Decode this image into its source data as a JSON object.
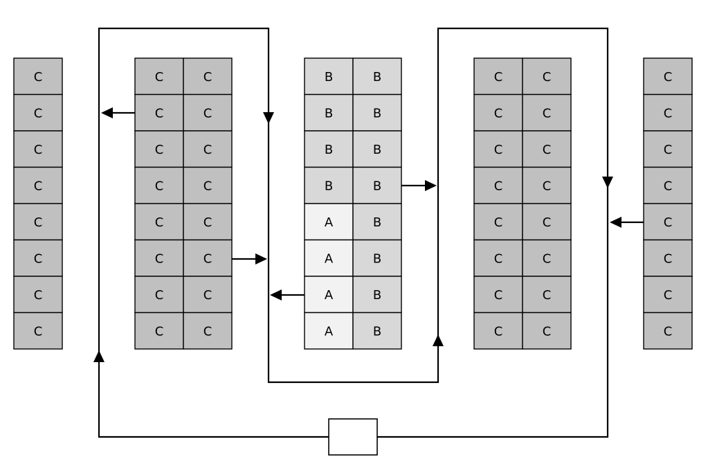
{
  "colors": {
    "C": "#c0c0c0",
    "B": "#d8d8d8",
    "A": "#f2f2f2",
    "line": "#000000"
  },
  "stacks": [
    {
      "name": "stack-far-left",
      "columns": [
        [
          "C",
          "C",
          "C",
          "C",
          "C",
          "C",
          "C",
          "C"
        ]
      ]
    },
    {
      "name": "stack-left",
      "columns": [
        [
          "C",
          "C",
          "C",
          "C",
          "C",
          "C",
          "C",
          "C"
        ],
        [
          "C",
          "C",
          "C",
          "C",
          "C",
          "C",
          "C",
          "C"
        ]
      ]
    },
    {
      "name": "stack-center",
      "columns": [
        [
          "B",
          "B",
          "B",
          "B",
          "A",
          "A",
          "A",
          "A"
        ],
        [
          "B",
          "B",
          "B",
          "B",
          "B",
          "B",
          "B",
          "B"
        ]
      ]
    },
    {
      "name": "stack-right",
      "columns": [
        [
          "C",
          "C",
          "C",
          "C",
          "C",
          "C",
          "C",
          "C"
        ],
        [
          "C",
          "C",
          "C",
          "C",
          "C",
          "C",
          "C",
          "C"
        ]
      ]
    },
    {
      "name": "stack-far-right",
      "columns": [
        [
          "C",
          "C",
          "C",
          "C",
          "C",
          "C",
          "C",
          "C"
        ]
      ]
    }
  ],
  "bottom_box": {
    "label": ""
  }
}
